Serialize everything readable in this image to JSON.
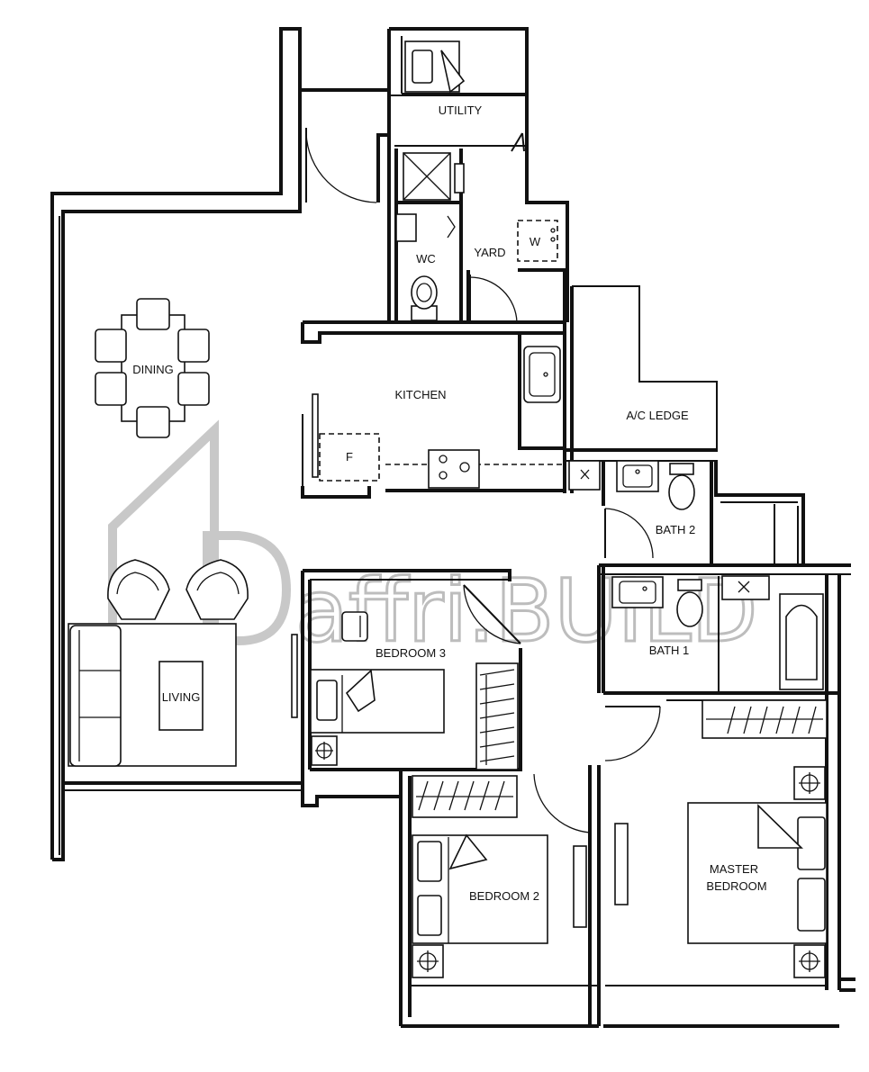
{
  "rooms": {
    "utility": "UTILITY",
    "wc": "WC",
    "yard": "YARD",
    "dining": "DINING",
    "kitchen": "KITCHEN",
    "ac_ledge": "A/C LEDGE",
    "bath2": "BATH 2",
    "bath1": "BATH 1",
    "bedroom3": "BEDROOM 3",
    "living": "LIVING",
    "bedroom2": "BEDROOM 2",
    "master_line1": "MASTER",
    "master_line2": "BEDROOM"
  },
  "fixtures": {
    "fridge": "F",
    "washer": "W"
  },
  "watermark": "affri.BUILD"
}
